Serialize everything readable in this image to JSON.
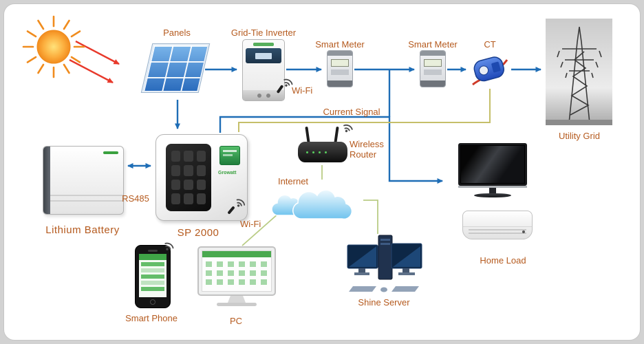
{
  "diagram": {
    "panels": {
      "label": "Panels"
    },
    "inverter": {
      "label": "Grid-Tie Inverter",
      "wifi_label": "Wi-Fi"
    },
    "meter1": {
      "label": "Smart Meter"
    },
    "meter2": {
      "label": "Smart Meter"
    },
    "ct": {
      "label": "CT"
    },
    "utility_grid": {
      "label": "Utility Grid"
    },
    "current_signal": {
      "label": "Current Signal"
    },
    "battery": {
      "label": "Lithium Battery"
    },
    "rs485": {
      "label": "RS485"
    },
    "sp2000": {
      "label": "SP 2000",
      "wifi_label": "Wi-Fi",
      "brand": "Growatt"
    },
    "router": {
      "label": "Wireless Router"
    },
    "internet": {
      "label": "Internet"
    },
    "phone": {
      "label": "Smart Phone"
    },
    "pc": {
      "label": "PC"
    },
    "shine_server": {
      "label": "Shine Server"
    },
    "home_load": {
      "label": "Home Load"
    }
  },
  "colors": {
    "power_line": "#1e6db6",
    "sun_arrow": "#e8392b",
    "signal_line": "#c5bf6a",
    "internet_line": "#b9cc85",
    "label_text": "#b55a1e"
  }
}
